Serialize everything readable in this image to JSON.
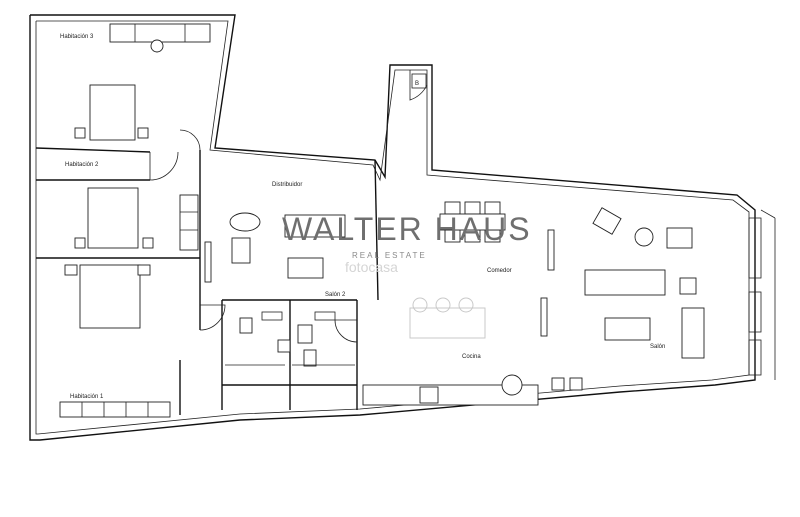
{
  "rooms": {
    "habitacion3": "Habitación 3",
    "habitacion2": "Habitación 2",
    "habitacion1": "Habitación 1",
    "distribuidor": "Distribuidor",
    "salon2": "Salón 2",
    "comedor": "Comedor",
    "cocina": "Cocina",
    "salon": "Salón"
  },
  "stair_mark": "B",
  "watermark": {
    "brand": "WALTER HAUS",
    "subtitle": "REAL ESTATE",
    "portal": "fotocasa"
  }
}
